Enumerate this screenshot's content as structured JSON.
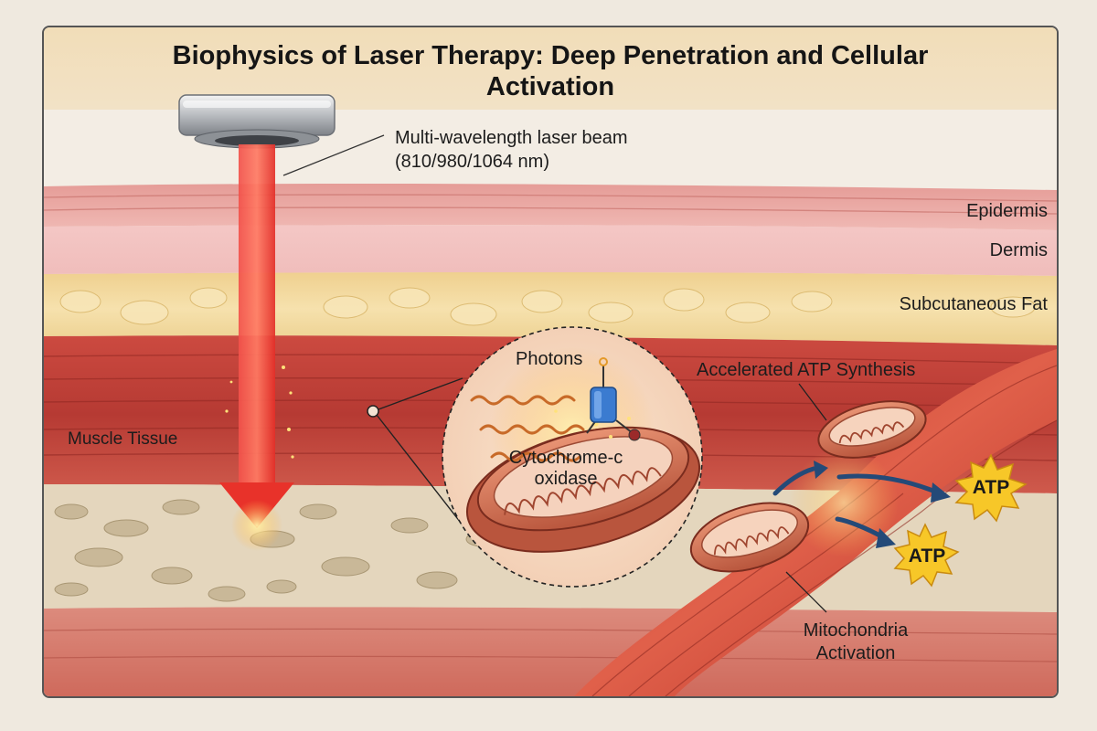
{
  "title_line1": "Biophysics of Laser Therapy: Deep Penetration and Cellular",
  "title_line2": "Activation",
  "laser": {
    "label_line1": "Multi-wavelength laser beam",
    "label_line2": "(810/980/1064 nm)"
  },
  "layers": {
    "epidermis": "Epidermis",
    "dermis": "Dermis",
    "fat": "Subcutaneous Fat",
    "muscle": "Muscle Tissue"
  },
  "inset": {
    "photons": "Photons",
    "enzyme_line1": "Cytochrome-c",
    "enzyme_line2": "oxidase"
  },
  "fiber": {
    "atp_synthesis": "Accelerated ATP Synthesis",
    "mito_line1": "Mitochondria",
    "mito_line2": "Activation",
    "atp1": "ATP",
    "atp2": "ATP"
  },
  "colors": {
    "beam": "#e8322a",
    "epidermis": "#e9a8a3",
    "dermis": "#f2c4c3",
    "fat": "#f0d69a",
    "muscle": "#c8473d",
    "atp_burst": "#f7c728"
  }
}
